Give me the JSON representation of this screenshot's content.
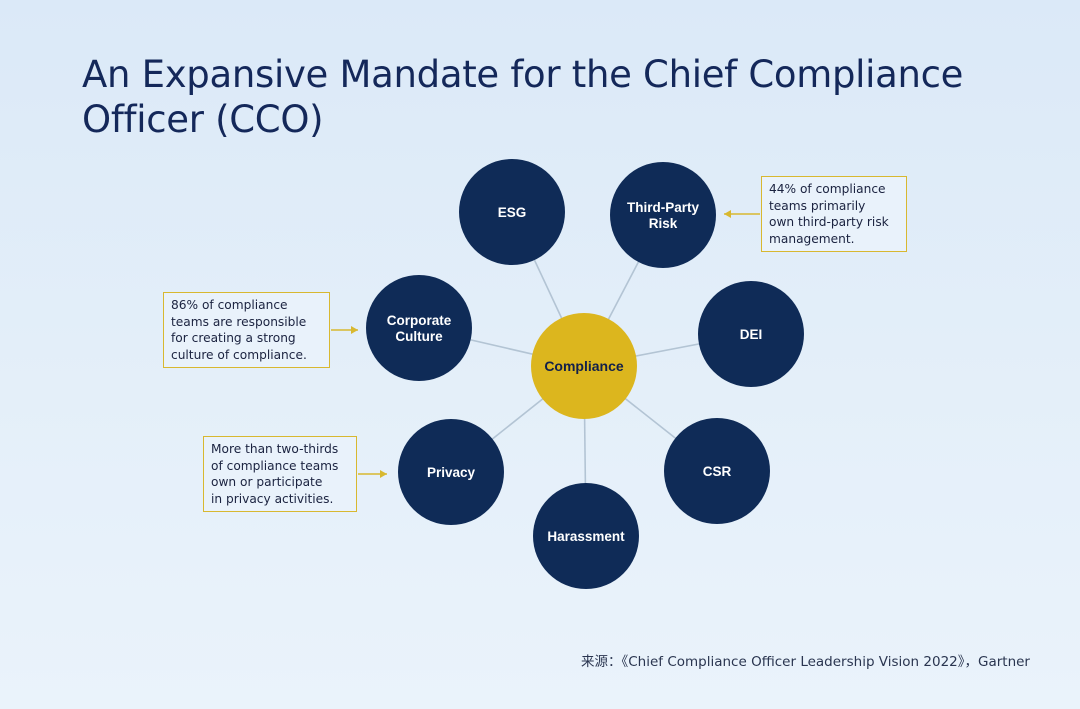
{
  "title": "An Expansive Mandate for the Chief Compliance Officer (CCO)",
  "colors": {
    "node": "#0f2b57",
    "hub": "#dcb61e",
    "connector": "#b3c4d4",
    "callout_border": "#d8b830",
    "title": "#14285a"
  },
  "hub": {
    "label": "Compliance"
  },
  "nodes": [
    {
      "id": "esg",
      "label_lines": [
        "ESG"
      ]
    },
    {
      "id": "third-party-risk",
      "label_lines": [
        "Third-Party",
        "Risk"
      ]
    },
    {
      "id": "dei",
      "label_lines": [
        "DEI"
      ]
    },
    {
      "id": "csr",
      "label_lines": [
        "CSR"
      ]
    },
    {
      "id": "harassment",
      "label_lines": [
        "Harassment"
      ]
    },
    {
      "id": "privacy",
      "label_lines": [
        "Privacy"
      ]
    },
    {
      "id": "corporate-culture",
      "label_lines": [
        "Corporate",
        "Culture"
      ]
    }
  ],
  "callouts": {
    "third_party": {
      "lines": [
        "44% of compliance",
        "teams primarily",
        "own third-party risk",
        "management."
      ]
    },
    "culture": {
      "lines": [
        "86% of compliance",
        "teams are responsible",
        "for creating a strong",
        "culture of compliance."
      ]
    },
    "privacy": {
      "lines": [
        "More than two-thirds",
        "of compliance teams",
        "own or participate",
        "in privacy activities."
      ]
    }
  },
  "source": "来源：《Chief Compliance Officer Leadership Vision 2022》，Gartner"
}
